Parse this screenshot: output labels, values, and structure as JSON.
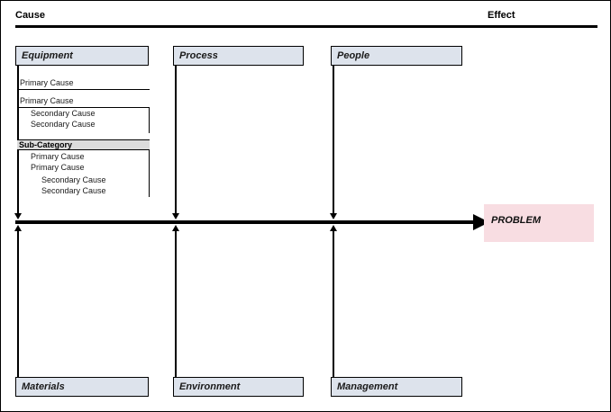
{
  "header": {
    "cause_label": "Cause",
    "effect_label": "Effect"
  },
  "effect": {
    "problem_label": "PROBLEM"
  },
  "categories": {
    "top": [
      {
        "label": "Equipment"
      },
      {
        "label": "Process"
      },
      {
        "label": "People"
      }
    ],
    "bottom": [
      {
        "label": "Materials"
      },
      {
        "label": "Environment"
      },
      {
        "label": "Management"
      }
    ]
  },
  "equipment_details": {
    "group1": {
      "primary": "Primary Cause"
    },
    "group2": {
      "primary": "Primary Cause",
      "secondary": [
        "Secondary Cause",
        "Secondary Cause"
      ]
    },
    "subcategory": {
      "banner": "Sub-Category",
      "primary": [
        "Primary Cause",
        "Primary Cause"
      ],
      "secondary": [
        "Secondary Cause",
        "Secondary Cause"
      ]
    }
  },
  "colors": {
    "category_fill": "#dde3ec",
    "subcategory_fill": "#dcdcdc",
    "problem_fill": "#f8dde2",
    "line": "#000000"
  }
}
